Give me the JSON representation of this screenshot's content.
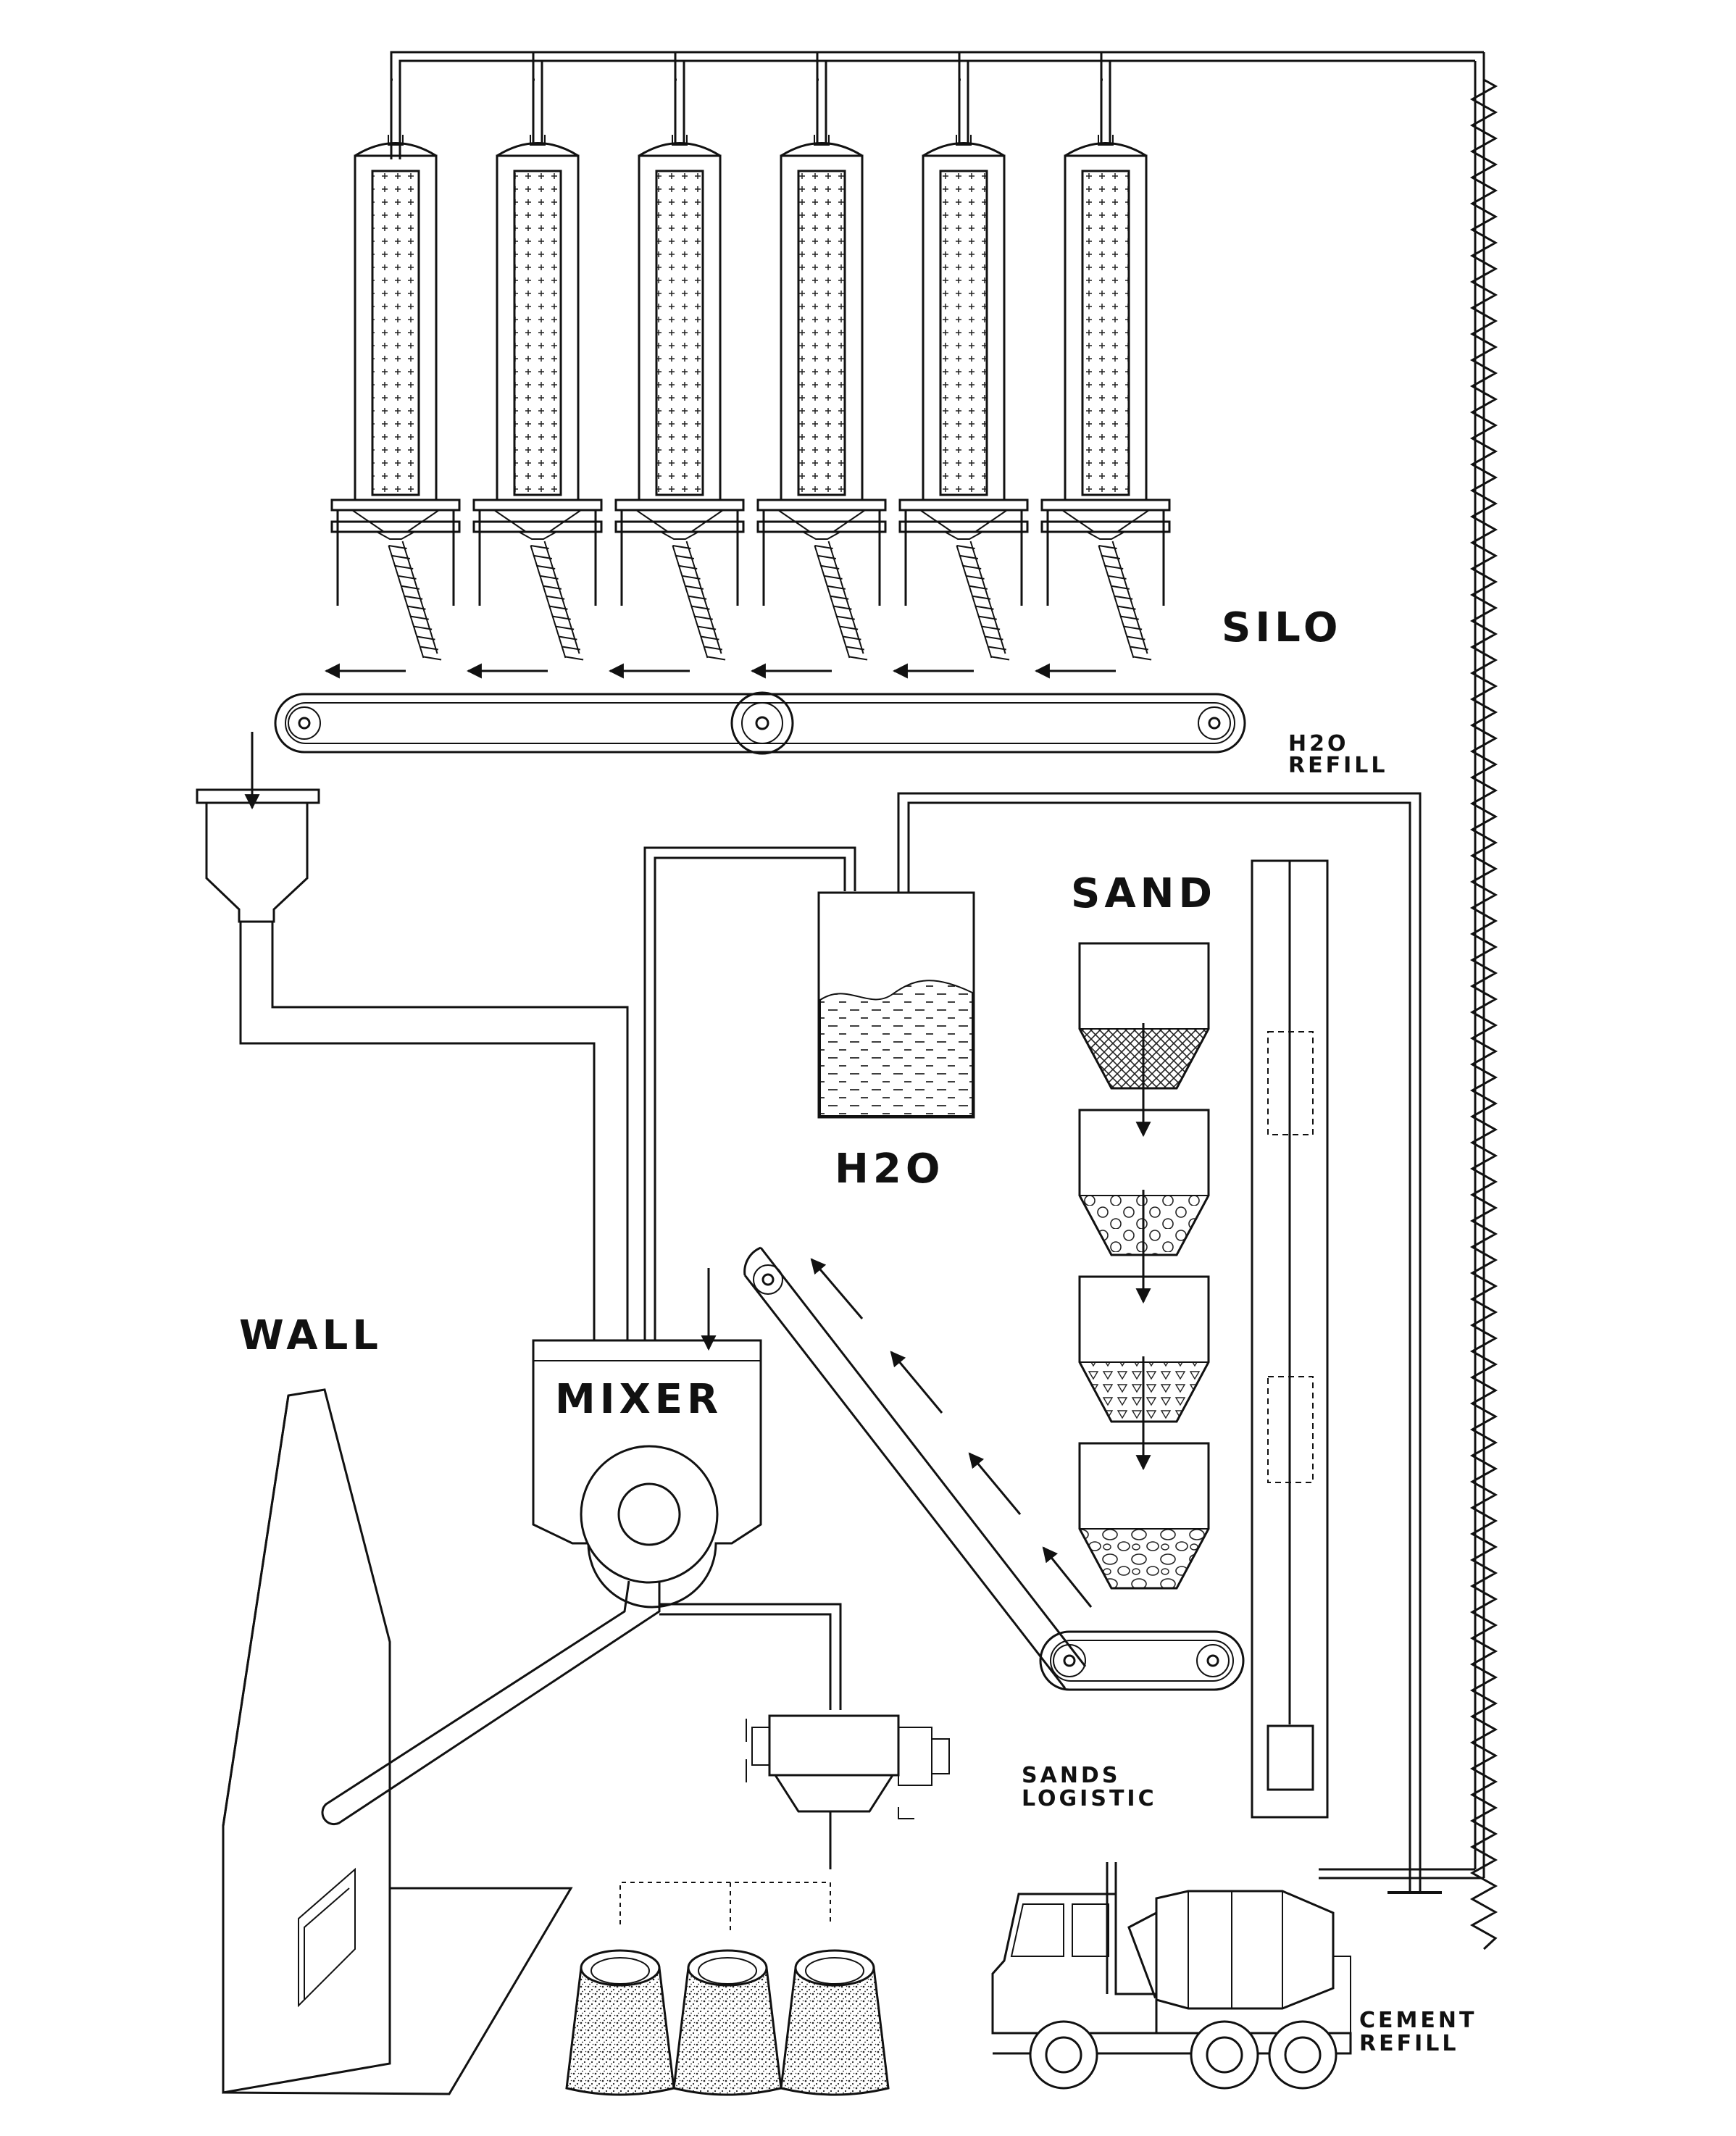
{
  "labels": {
    "silo": "SILO",
    "h2o_refill_line1": "H2O",
    "h2o_refill_line2": "REFILL",
    "sand": "SAND",
    "h2o": "H2O",
    "wall": "WALL",
    "mixer": "MIXER",
    "sands_logistic_line1": "SANDS",
    "sands_logistic_line2": "LOGISTIC",
    "cement_refill_line1": "CEMENT",
    "cement_refill_line2": "REFILL"
  },
  "icons": [
    "silo-icon",
    "conveyor-icon",
    "hopper-icon",
    "water-tank-icon",
    "sand-hopper-icon",
    "mixer-icon",
    "wall-icon",
    "pump-icon",
    "sand-pile-icon",
    "cement-truck-icon",
    "flexible-hose-icon",
    "arrow-icon"
  ],
  "silo_count": 6,
  "sand_stage_count": 4,
  "sand_pile_count": 3
}
